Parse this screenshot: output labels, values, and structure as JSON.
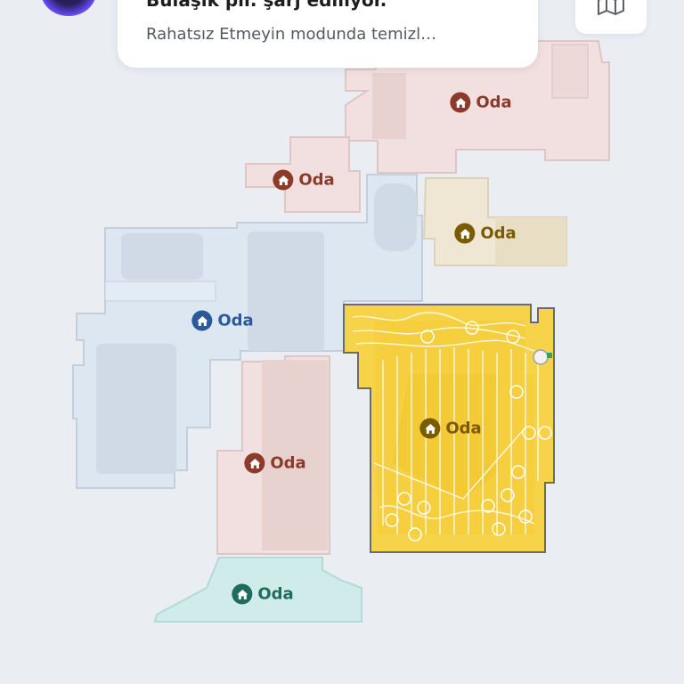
{
  "notification": {
    "title": "Bulaşık pil. şarj ediliyor.",
    "body": "Rahatsız Etmeyin modunda temizl…",
    "chevron": "›"
  },
  "icons": {
    "room": "home-icon",
    "map_toggle": "folded-map-icon",
    "avatar": "assistant-orb"
  },
  "colors": {
    "background": "#eaeef3",
    "brown": "#8c3a2a",
    "olive": "#7a5c00",
    "blue": "#2a5a9a",
    "teal": "#1f6b5e",
    "active_room": "#f7d34a"
  },
  "rooms": [
    {
      "label": "Oda",
      "color": "#8c3a2a"
    },
    {
      "label": "Oda",
      "color": "#8c3a2a"
    },
    {
      "label": "Oda",
      "color": "#7a5c00"
    },
    {
      "label": "Oda",
      "color": "#2a5a9a"
    },
    {
      "label": "Oda",
      "color": "#7a5c00"
    },
    {
      "label": "Oda",
      "color": "#8c3a2a"
    },
    {
      "label": "Oda",
      "color": "#1f6b5e"
    }
  ]
}
